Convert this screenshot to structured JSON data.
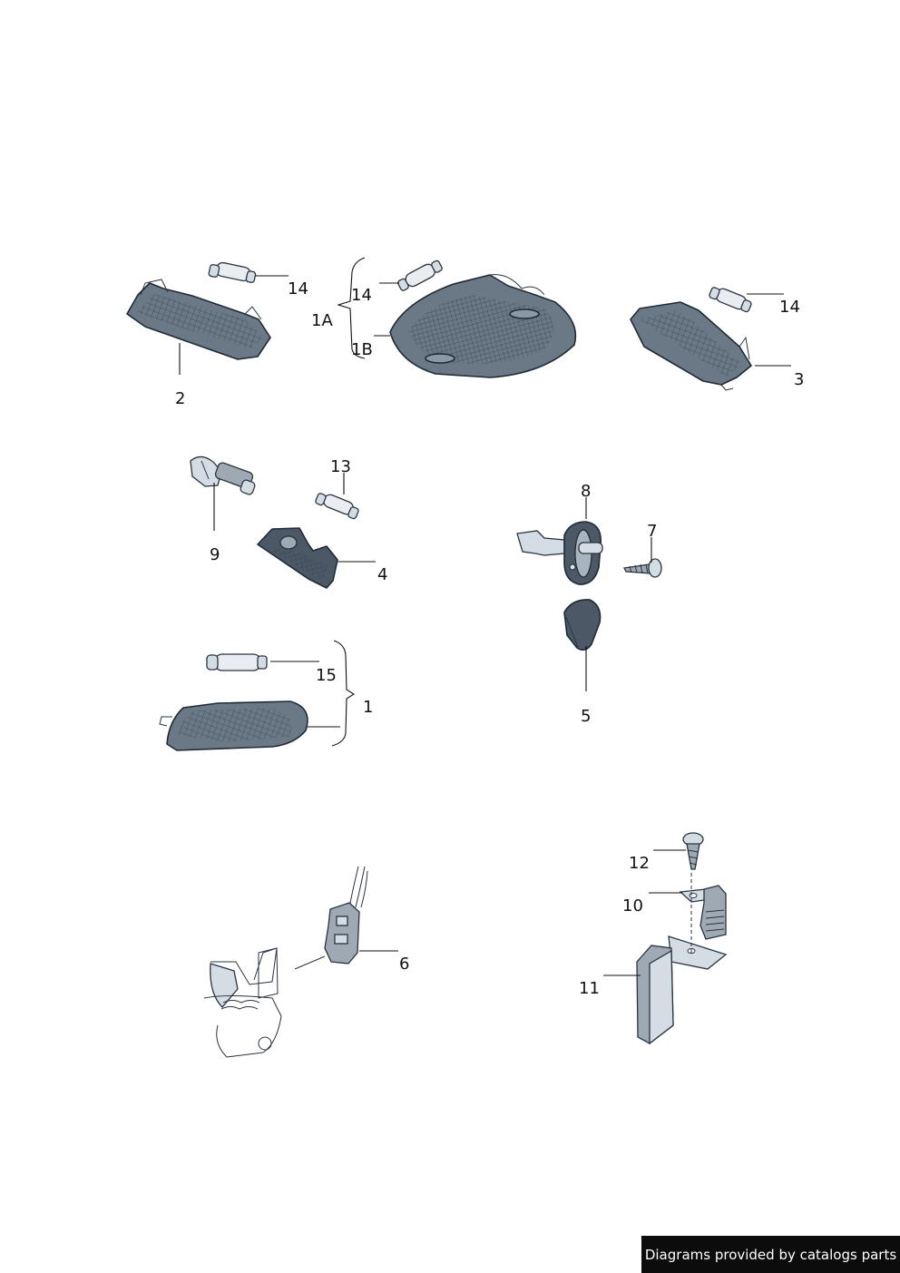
{
  "callouts": {
    "c14a": "14",
    "c14b": "14",
    "c14c": "14",
    "c1A": "1A",
    "c1B": "1B",
    "c2": "2",
    "c3": "3",
    "c13": "13",
    "c9": "9",
    "c4": "4",
    "c8": "8",
    "c7": "7",
    "c5": "5",
    "c15": "15",
    "c1": "1",
    "c6": "6",
    "c12": "12",
    "c10": "10",
    "c11": "11"
  },
  "footer": {
    "watermark": "Diagrams provided by catalogs parts"
  }
}
